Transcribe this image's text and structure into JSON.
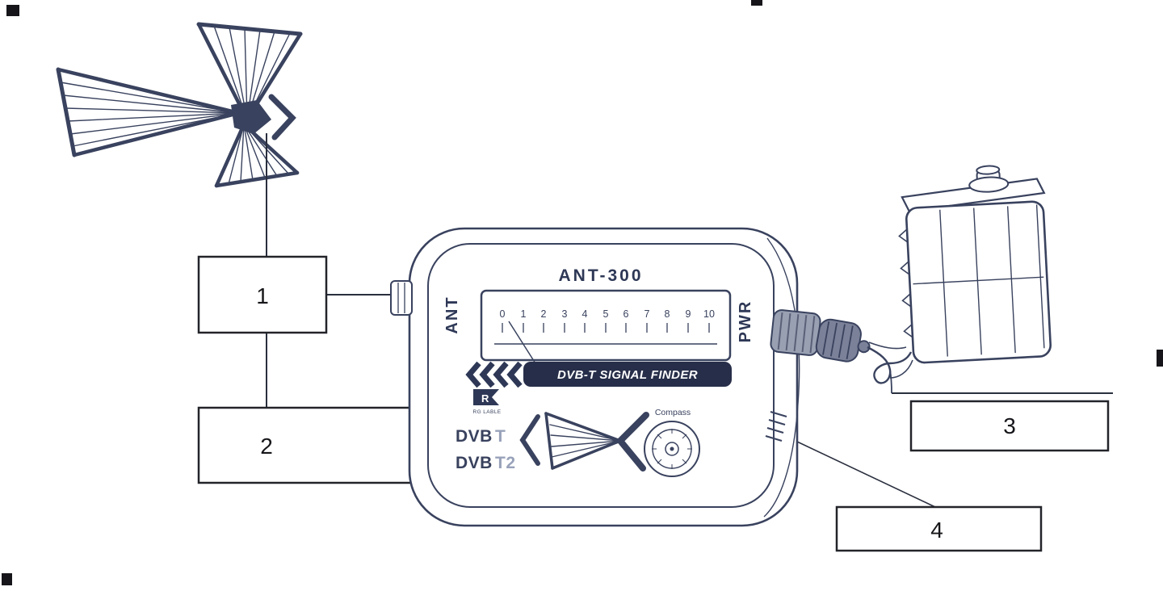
{
  "device": {
    "model_label": "ANT-300",
    "ant_label": "ANT",
    "pwr_label": "PWR",
    "banner_label": "DVB-T SIGNAL FINDER",
    "scale": [
      "0",
      "1",
      "2",
      "3",
      "4",
      "5",
      "6",
      "7",
      "8",
      "9",
      "10"
    ],
    "logo_letter": "R",
    "logo_subtext": "RG LABLE",
    "standards": [
      {
        "base": "DVB",
        "variant": "T"
      },
      {
        "base": "DVB",
        "variant": "T2"
      }
    ],
    "compass_label": "Compass"
  },
  "callouts": {
    "box1": "1",
    "box2": "2",
    "box3": "3",
    "box4": "4"
  },
  "colors": {
    "ink": "#39425e",
    "banner_fill": "#272e49",
    "metal": "#98a0b2",
    "plug": "#7b8198",
    "callout_ink": "#22242a",
    "background": "#ffffff"
  }
}
